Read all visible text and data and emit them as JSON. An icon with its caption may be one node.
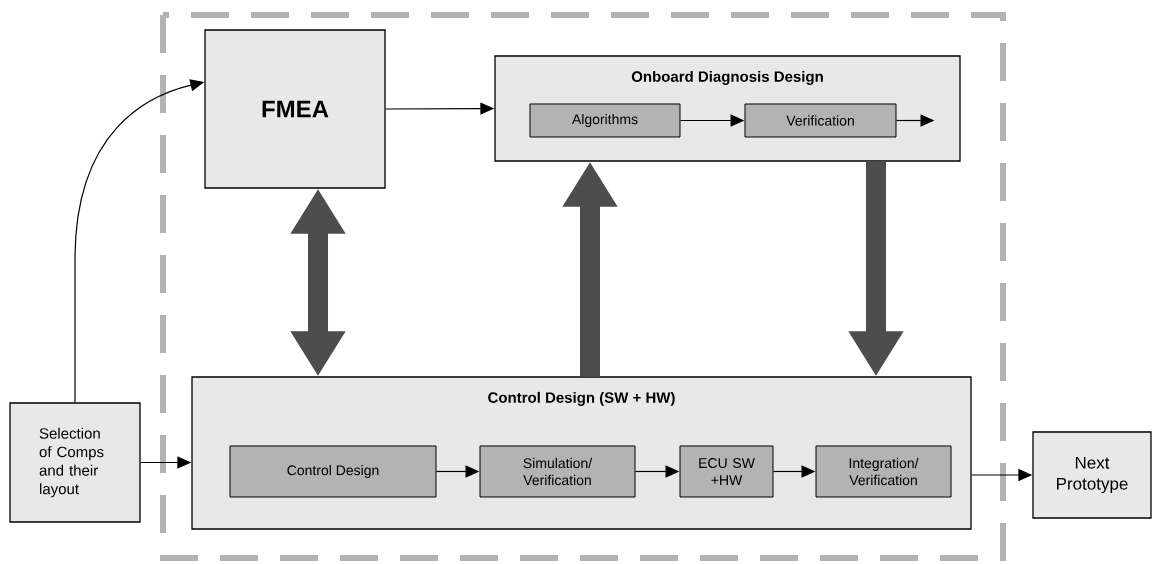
{
  "diagram": {
    "nodes": [
      {
        "text": [
          "FMEA"
        ]
      },
      {
        "text": [
          "Onboard Diagnosis Design"
        ]
      },
      {
        "text": [
          "Algorithms"
        ],
        "in": 1
      },
      {
        "text": [
          "Verification"
        ],
        "in": 1
      },
      {
        "text": [
          "Selection of Comps and their layout"
        ]
      },
      {
        "text": [
          "Control Design (SW + HW)"
        ]
      },
      {
        "text": [
          "Control Design"
        ],
        "in": 5
      },
      {
        "text": [
          "Simulation/ Verification"
        ],
        "in": 5
      },
      {
        "text": [
          "ECU SW +HW"
        ],
        "in": 5
      },
      {
        "text": [
          "Integration/ Verification"
        ],
        "in": 5
      },
      {
        "text": [
          "Next Prototype"
        ]
      }
    ],
    "edges": [
      {
        "from": 4,
        "to": 0,
        "arrow": "to"
      },
      {
        "from": 0,
        "to": 1,
        "arrow": "to"
      },
      {
        "from": 2,
        "to": 3,
        "arrow": "to"
      },
      {
        "from": 3,
        "to": null,
        "arrow": "to"
      },
      {
        "from": 0,
        "to": 5,
        "arrow": "both",
        "style": "thick",
        "color": "#4d4d4d"
      },
      {
        "from": 5,
        "to": 1,
        "arrow": "to",
        "style": "thick",
        "color": "#4d4d4d"
      },
      {
        "from": 1,
        "to": 5,
        "arrow": "to",
        "style": "thick",
        "color": "#4d4d4d"
      },
      {
        "from": 4,
        "to": 5,
        "arrow": "to"
      },
      {
        "from": 6,
        "to": 7,
        "arrow": "to"
      },
      {
        "from": 7,
        "to": 8,
        "arrow": "to"
      },
      {
        "from": 8,
        "to": 9,
        "arrow": "to"
      },
      {
        "from": 5,
        "to": 10,
        "arrow": "to"
      }
    ]
  }
}
